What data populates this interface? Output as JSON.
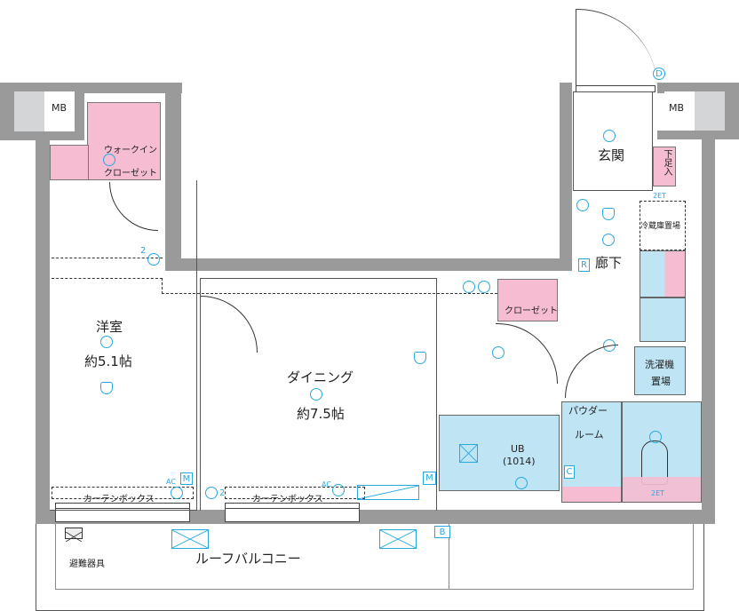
{
  "rooms": {
    "western_room": {
      "name": "洋室",
      "size": "約5.1帖"
    },
    "dining": {
      "name": "ダイニング",
      "size": "約7.5帖"
    },
    "entrance": "玄関",
    "hallway": "廊下",
    "walk_in_closet": [
      "ウォークイン",
      "クローゼット"
    ],
    "closet": "クローゼット",
    "shoe_box": "下足入",
    "fridge_space": "冷蔵庫置場",
    "washer_space": [
      "洗濯機",
      "置場"
    ],
    "unit_bath": [
      "UB",
      "(1014)"
    ],
    "powder_room": [
      "パウダー",
      "ルーム"
    ],
    "roof_balcony": "ルーフバルコニー",
    "evacuation": "避難器具",
    "curtain_box_1": "カーテンボックス",
    "curtain_box_2": "カーテンボックス"
  },
  "markers": {
    "mb": "MB",
    "d": "D",
    "r": "R",
    "m": "M",
    "b": "B",
    "ac": "AC",
    "c": "C",
    "two": "2",
    "et": "2ET"
  },
  "colors": {
    "wall": "#9a9a9a",
    "pink": "#f5bcd2",
    "blue": "#bfe5f5",
    "icon": "#29a8e0"
  }
}
